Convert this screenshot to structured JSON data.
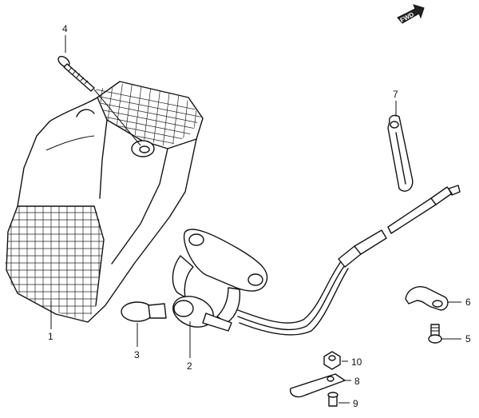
{
  "diagram": {
    "fwd_label": "FWD",
    "callouts": [
      {
        "id": "1",
        "text": "1"
      },
      {
        "id": "2",
        "text": "2"
      },
      {
        "id": "3",
        "text": "3"
      },
      {
        "id": "4",
        "text": "4"
      },
      {
        "id": "5",
        "text": "5"
      },
      {
        "id": "6",
        "text": "6"
      },
      {
        "id": "7",
        "text": "7"
      },
      {
        "id": "8",
        "text": "8"
      },
      {
        "id": "9",
        "text": "9"
      },
      {
        "id": "10",
        "text": "10"
      }
    ]
  }
}
